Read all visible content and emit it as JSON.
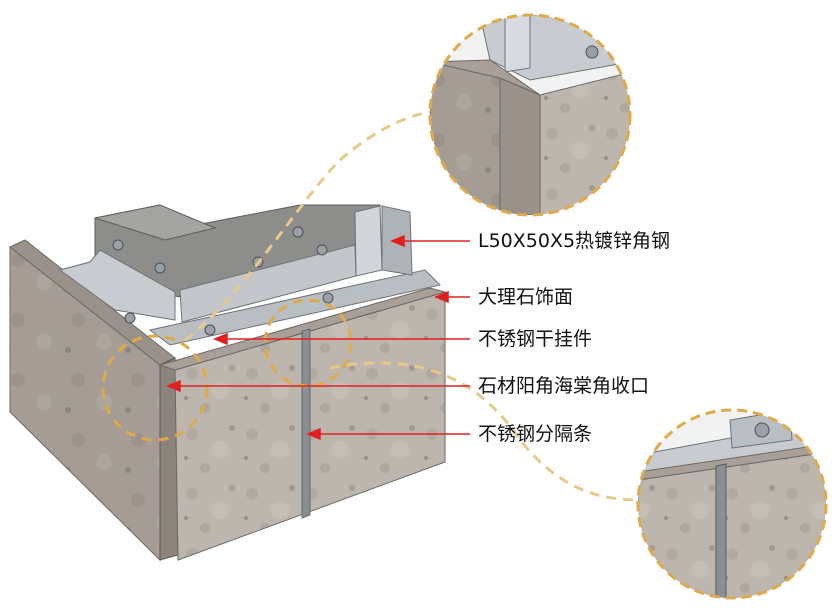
{
  "colors": {
    "stone": "#bdb6ae",
    "stone_dark": "#8f8780",
    "steel": "#c8ccd0",
    "steel_dark": "#8e9398",
    "concrete": "#8d8d8b",
    "arrow": "#e02020",
    "callout_ring": "#e0a94a",
    "callout_dash": "#e8c98a"
  },
  "icons": {
    "arrowhead": "red-arrowhead-icon",
    "bolt": "hex-bolt-icon"
  },
  "labels": [
    {
      "id": "angle-steel",
      "text": "L50X50X5热镀锌角钢"
    },
    {
      "id": "marble-facing",
      "text": "大理石饰面"
    },
    {
      "id": "steel-hanger",
      "text": "不锈钢干挂件"
    },
    {
      "id": "corner-closure",
      "text": "石材阳角海棠角收口"
    },
    {
      "id": "steel-separator",
      "text": "不锈钢分隔条"
    }
  ]
}
